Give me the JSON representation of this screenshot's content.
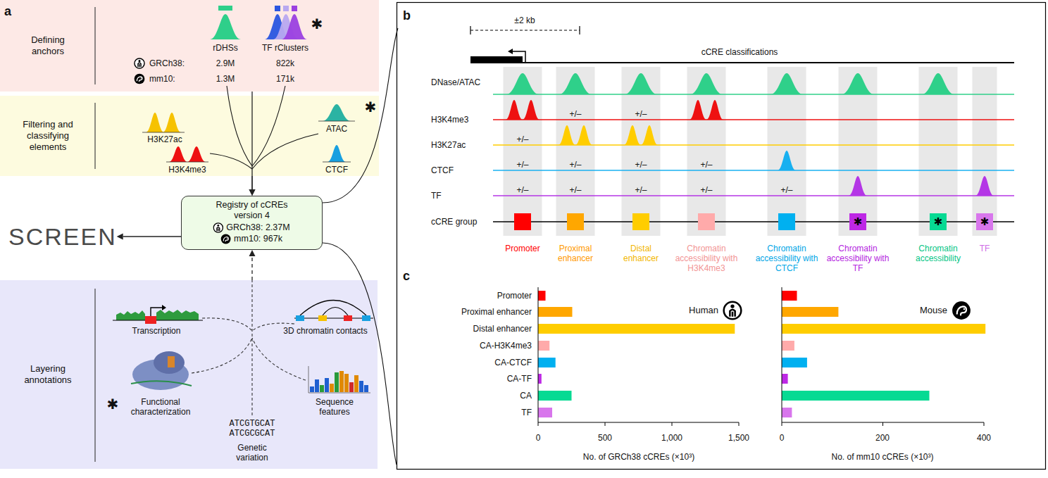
{
  "diagram": {
    "nodes": [
      {
        "text": [
          "Defining anchors"
        ]
      },
      {
        "text": [
          "Filtering and classifying elements"
        ]
      },
      {
        "text": [
          "Registry of cCREs version 4",
          "GRCh38: 2.37M",
          "mm10: 967k"
        ]
      },
      {
        "text": [
          "SCREEN"
        ]
      },
      {
        "text": [
          "Layering annotations"
        ]
      },
      {
        "text": [
          "✱"
        ]
      },
      {
        "text": [
          "✱"
        ]
      },
      {
        "text": [
          "✱"
        ]
      }
    ],
    "edges": [
      {
        "from": 0,
        "to": 2,
        "arrow": "to"
      },
      {
        "from": 1,
        "to": 2,
        "arrow": "to"
      },
      {
        "from": 2,
        "to": 3,
        "arrow": "to"
      },
      {
        "from": 4,
        "to": 2,
        "arrow": "to"
      }
    ],
    "labels": [
      "a",
      "rDHSs",
      "TF rClusters",
      "✱",
      "GRCh38:",
      "2.9M",
      "822k",
      "mm10:",
      "1.3M",
      "171k",
      "H3K27ac",
      "ATAC",
      "✱",
      "H3K4me3",
      "CTCF",
      "Transcription",
      "3D chromatin contacts",
      "✱",
      "Functional characterization",
      "Sequence features",
      "ATCGTGCAT",
      "ATCGCGCAT",
      "Genetic variation",
      "b",
      "±2 kb",
      "cCRE classifications",
      "DNase/ATAC",
      "H3K4me3",
      "H3K27ac",
      "CTCF",
      "TF",
      "cCRE group",
      "+/–",
      "+/–",
      "+/–",
      "+/–",
      "+/–",
      "+/–",
      "+/–",
      "+/–",
      "+/–",
      "+/–",
      "+/–",
      "+/–",
      "Promoter",
      "Proximal enhancer",
      "Distal enhancer",
      "Chromatin accessibility with H3K4me3",
      "Chromatin accessibility with CTCF",
      "Chromatin accessibility with TF",
      "Chromatin accessibility",
      "TF",
      "c",
      "Promoter",
      "Proximal enhancer",
      "Distal enhancer",
      "CA-H3K4me3",
      "CA-CTCF",
      "CA-TF",
      "CA",
      "TF",
      "Human",
      "Mouse",
      "0",
      "500",
      "1,000",
      "1,500",
      "0",
      "200",
      "400",
      "No. of GRCh38 cCREs (×10³)",
      "No. of mm10 cCREs (×10³)"
    ]
  }
}
